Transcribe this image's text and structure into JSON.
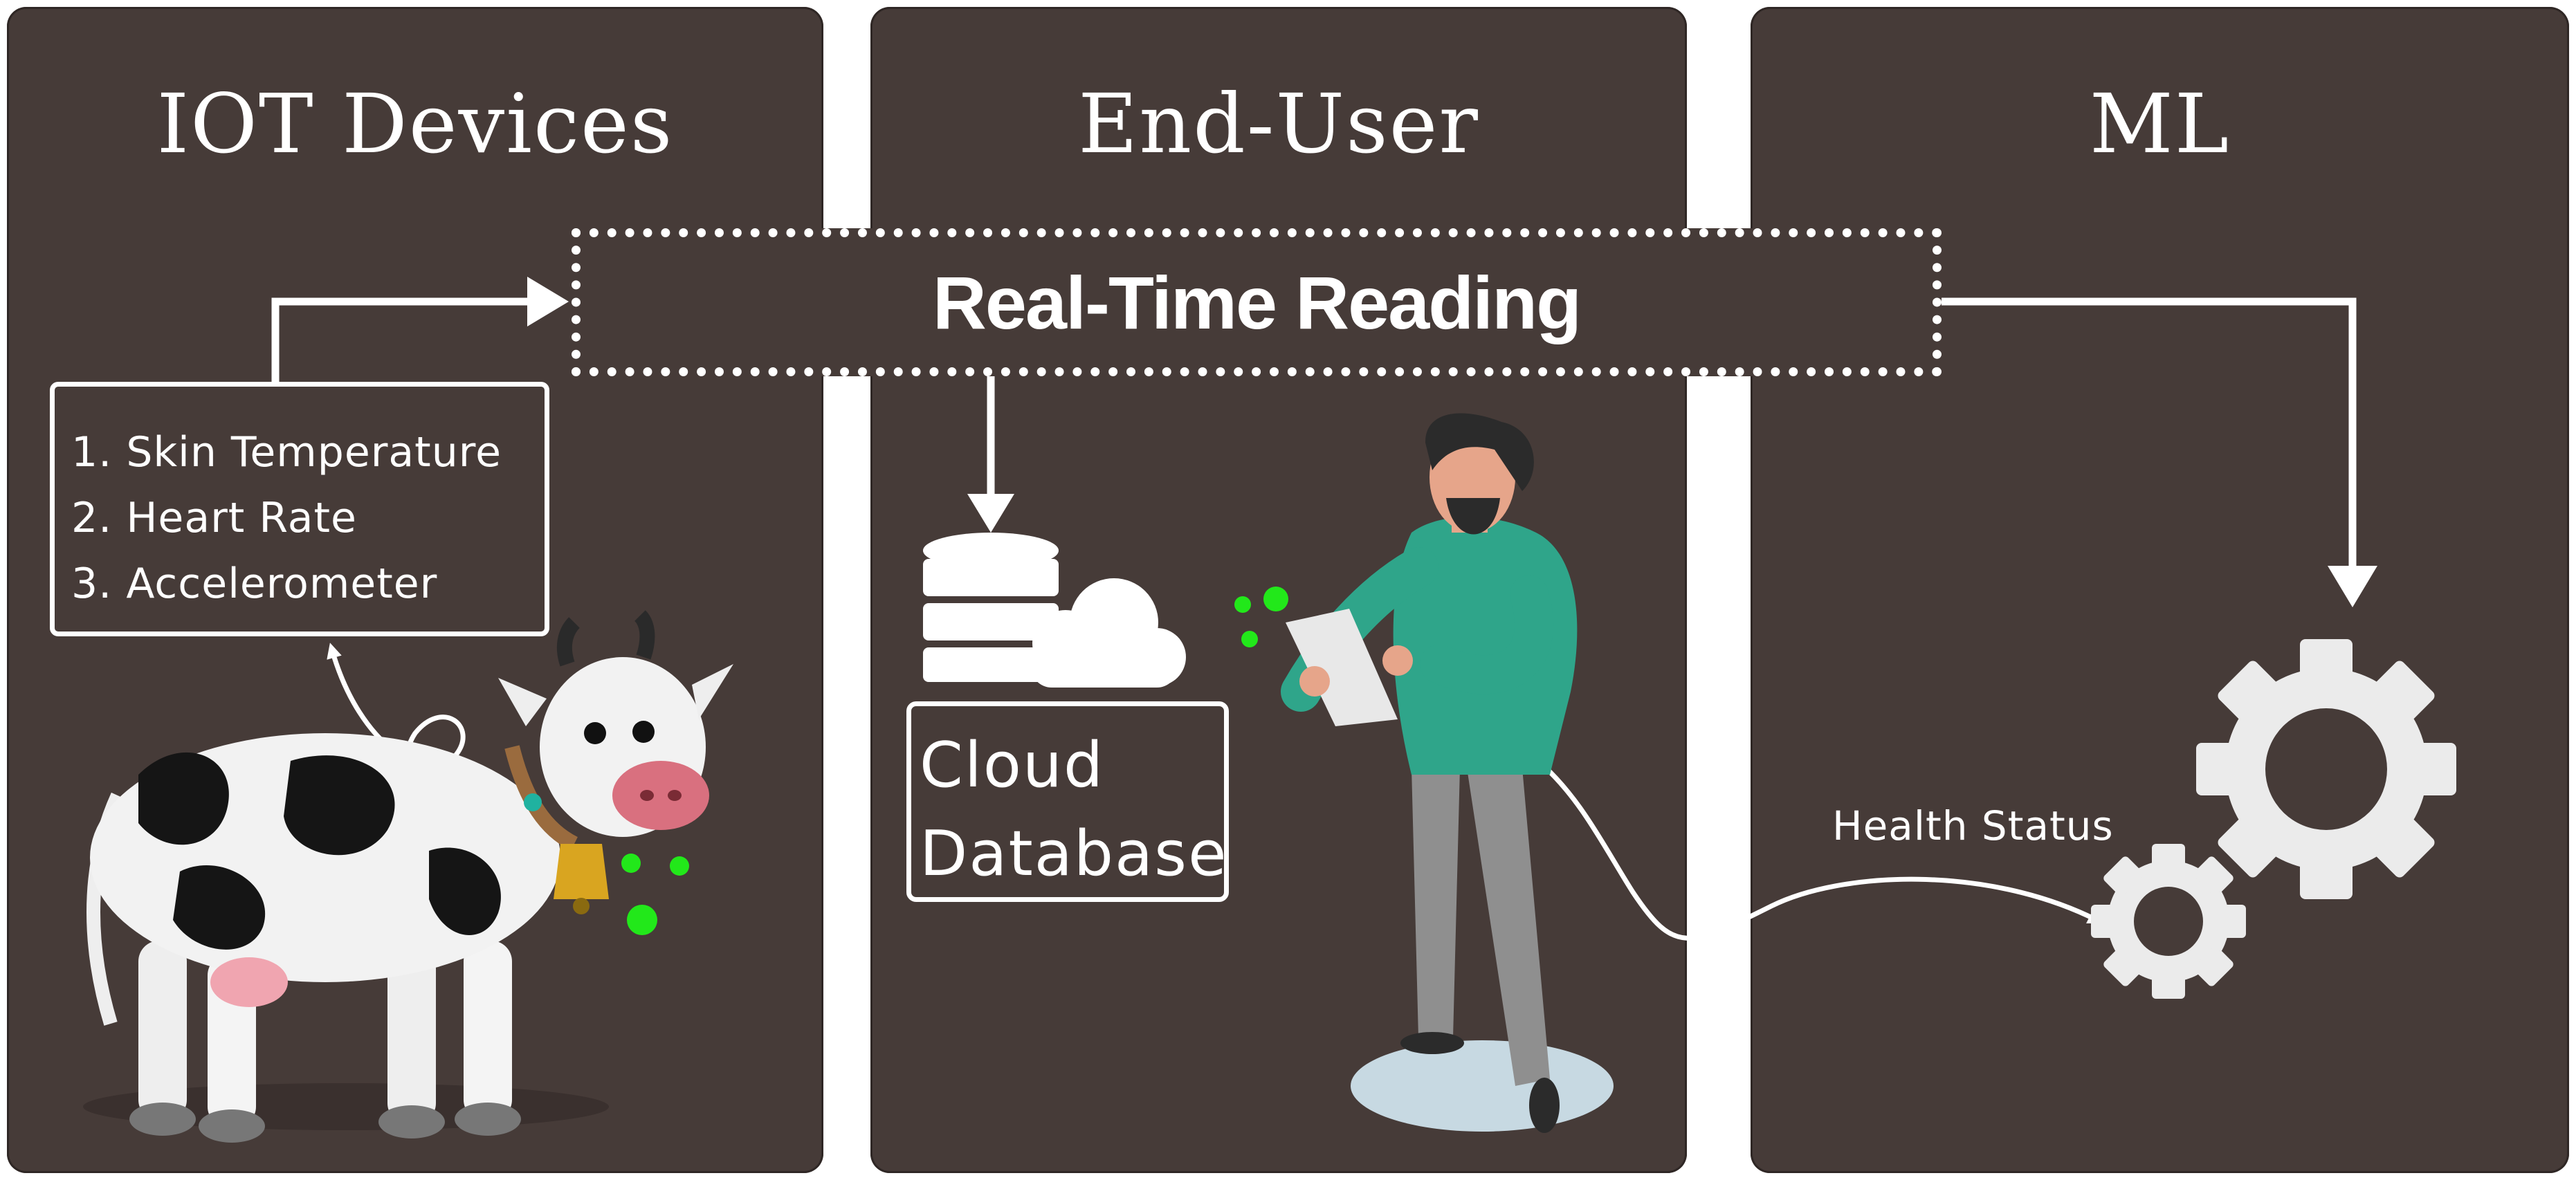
{
  "panels": [
    {
      "title": "IOT Devices"
    },
    {
      "title": "End-User"
    },
    {
      "title": "ML"
    }
  ],
  "realtime": {
    "label": "Real-Time Reading"
  },
  "sensors": [
    "1. Skin Temperature",
    "2. Heart Rate",
    "3. Accelerometer"
  ],
  "cloud": {
    "lines": [
      "Cloud",
      "Database"
    ]
  },
  "ml": {
    "health_label": "Health Status"
  },
  "colors": {
    "panel": "#463b38",
    "line": "#ffffff",
    "sensor_dots": "#22e81a",
    "person_sweater": "#2fa58a"
  },
  "icons": [
    "cow-illustration",
    "database-icon",
    "cloud-icon",
    "person-with-tablet-illustration",
    "gear-large-icon",
    "gear-small-icon"
  ]
}
